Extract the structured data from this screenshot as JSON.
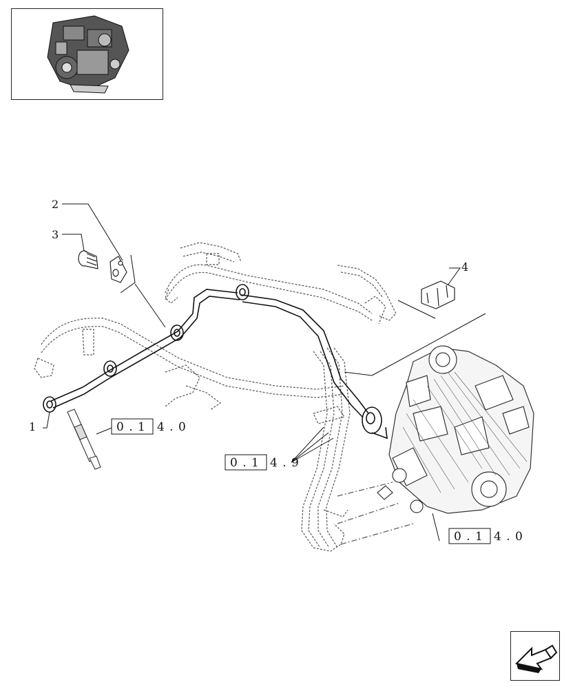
{
  "thumbnail": {
    "icon": "engine-thumbnail"
  },
  "callouts": {
    "c1": "1",
    "c2": "2",
    "c3": "3",
    "c4": "4"
  },
  "refs": {
    "r1": {
      "boxed": "0 . 1",
      "rest": "4 . 0"
    },
    "r2": {
      "boxed": "0 . 1",
      "rest": "4 . 9"
    },
    "r3": {
      "boxed": "0 . 1",
      "rest": "4 . 0"
    }
  },
  "navigation": {
    "icon": "next-page-arrow-icon"
  }
}
